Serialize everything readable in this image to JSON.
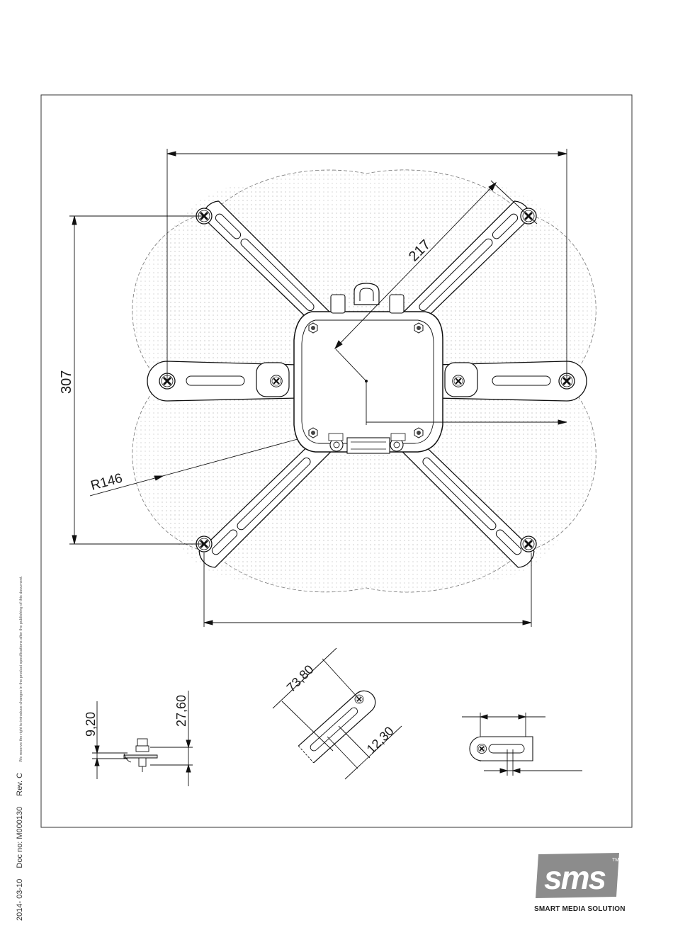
{
  "drawing": {
    "dimensions": {
      "top_width": "",
      "diagonal": "217",
      "left_height": "307",
      "radius": "R146",
      "slot_length": "73,80",
      "slot_width": "12,30",
      "profile_small": "9,20",
      "profile_total": "27,60"
    }
  },
  "sidebar": {
    "date": "2014- 03-10",
    "doc": "Doc no: M000130",
    "rev": "Rev. C",
    "notice": "We reserve the right to introduce changes in the product specifications after the publishing of this document."
  },
  "logo": {
    "brand": "sms",
    "trademark": "TM",
    "tagline": "SMART MEDIA SOLUTIONS"
  }
}
